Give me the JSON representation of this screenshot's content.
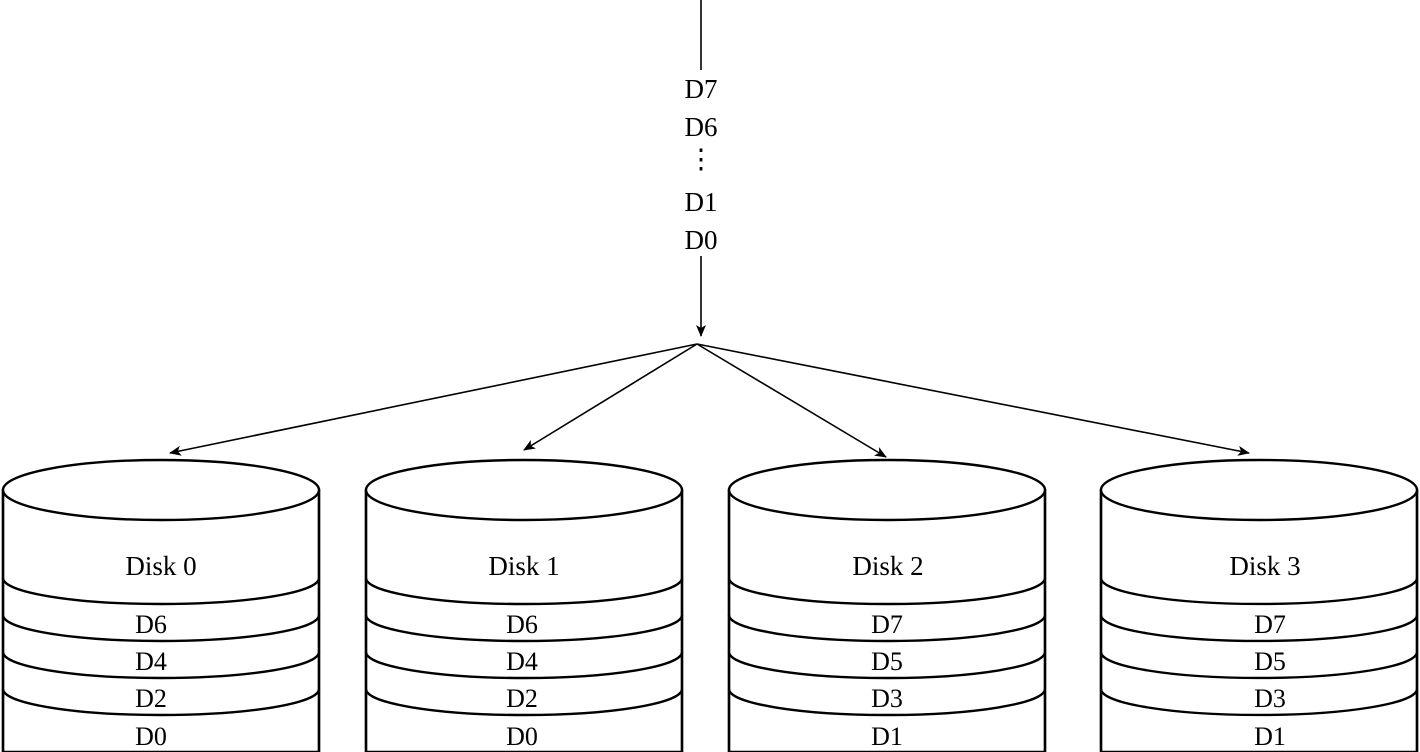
{
  "stream": {
    "labels": [
      "D7",
      "D6",
      "⋮",
      "D1",
      "D0"
    ]
  },
  "disks": [
    {
      "title": "Disk 0",
      "blocks": [
        "D6",
        "D4",
        "D2",
        "D0"
      ]
    },
    {
      "title": "Disk 1",
      "blocks": [
        "D6",
        "D4",
        "D2",
        "D0"
      ]
    },
    {
      "title": "Disk 2",
      "blocks": [
        "D7",
        "D5",
        "D3",
        "D1"
      ]
    },
    {
      "title": "Disk 3",
      "blocks": [
        "D7",
        "D5",
        "D3",
        "D1"
      ]
    }
  ]
}
